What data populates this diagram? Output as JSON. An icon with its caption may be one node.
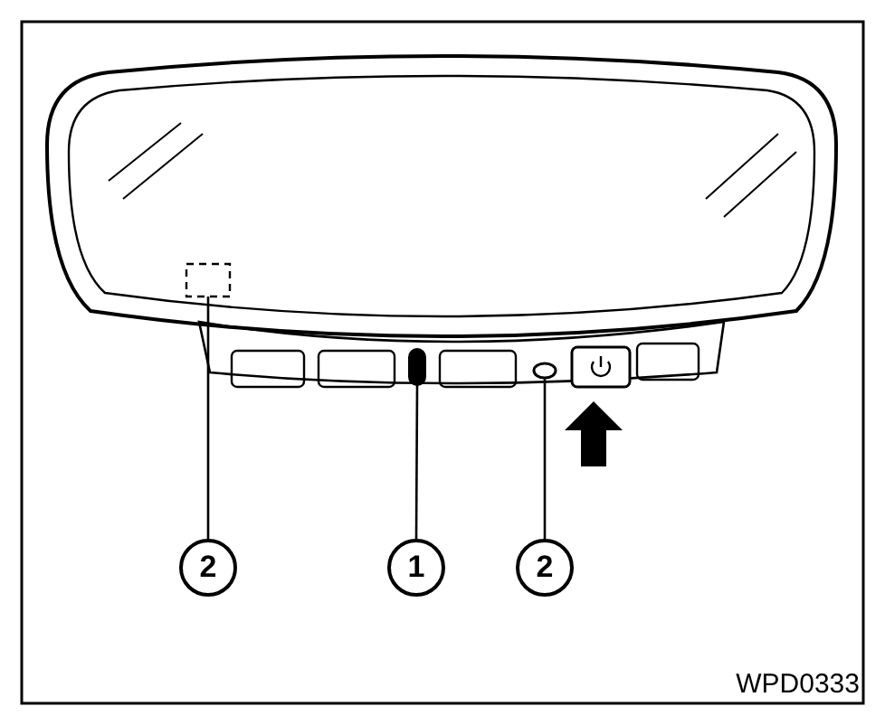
{
  "diagram": {
    "nodes": [
      {
        "text": [
          "2"
        ]
      },
      {
        "text": [
          "1"
        ]
      },
      {
        "text": [
          "2"
        ]
      },
      {
        "text": [],
        "shape": "box"
      },
      {
        "text": [],
        "shape": "bar"
      },
      {
        "text": [],
        "shape": "circle"
      }
    ],
    "edges": [
      {
        "from": 0,
        "to": 3,
        "arrow": "none"
      },
      {
        "from": 1,
        "to": 4,
        "arrow": "none"
      },
      {
        "from": 2,
        "to": 5,
        "arrow": "none"
      }
    ],
    "labels": [
      "WPD0333"
    ]
  }
}
